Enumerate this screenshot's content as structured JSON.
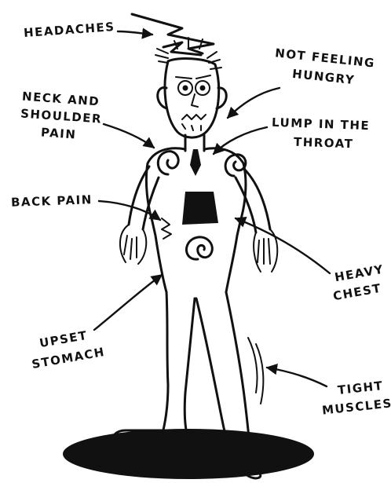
{
  "labels": {
    "headaches": "HEADACHES",
    "not_feeling_hungry_1": "NOT FEELING",
    "not_feeling_hungry_2": "HUNGRY",
    "neck_shoulder_1": "NECK AND",
    "neck_shoulder_2": "SHOULDER",
    "neck_shoulder_3": "PAIN",
    "lump_throat_1": "LUMP IN THE",
    "lump_throat_2": "THROAT",
    "back_pain": "BACK PAIN",
    "heavy_chest_1": "HEAVY",
    "heavy_chest_2": "CHEST",
    "upset_stomach_1": "UPSET",
    "upset_stomach_2": "STOMACH",
    "tight_muscles_1": "TIGHT",
    "tight_muscles_2": "MUSCLES"
  },
  "colors": {
    "ink": "#111111",
    "background": "#ffffff"
  }
}
